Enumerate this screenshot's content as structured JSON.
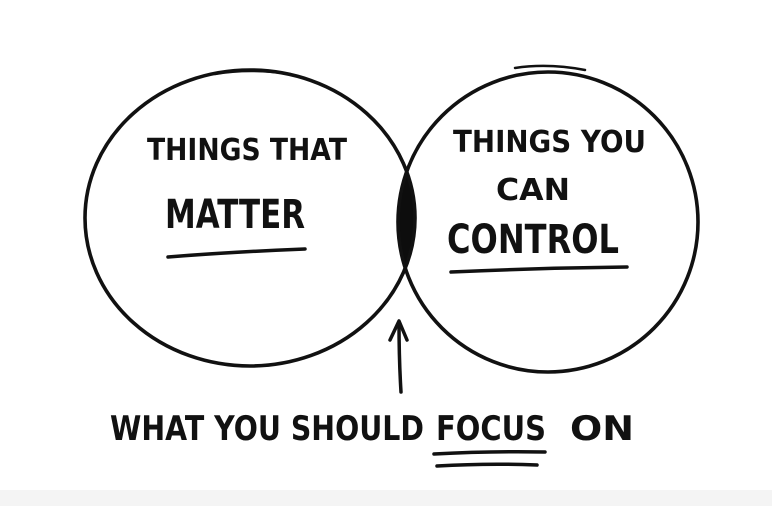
{
  "diagram": {
    "left_circle": {
      "line1": "THINGS THAT",
      "line2": "MATTER"
    },
    "right_circle": {
      "line1": "THINGS YOU",
      "line2": "CAN",
      "line3": "CONTROL"
    },
    "caption": {
      "prefix": "WHAT YOU SHOULD",
      "emphasis": "FOCUS",
      "suffix": "ON"
    }
  },
  "colors": {
    "ink": "#111111",
    "background": "#ffffff"
  }
}
